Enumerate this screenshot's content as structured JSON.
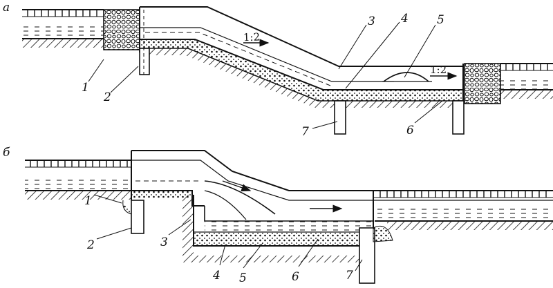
{
  "diagrams": [
    {
      "tag": "а",
      "callouts": [
        "1",
        "2",
        "3",
        "4",
        "5",
        "6",
        "7"
      ],
      "slope_labels": [
        "1:2",
        "1:2"
      ]
    },
    {
      "tag": "б",
      "callouts": [
        "1",
        "2",
        "3",
        "4",
        "5",
        "6",
        "7"
      ]
    }
  ],
  "colors": {
    "ink": "#111111",
    "paper": "#ffffff"
  }
}
